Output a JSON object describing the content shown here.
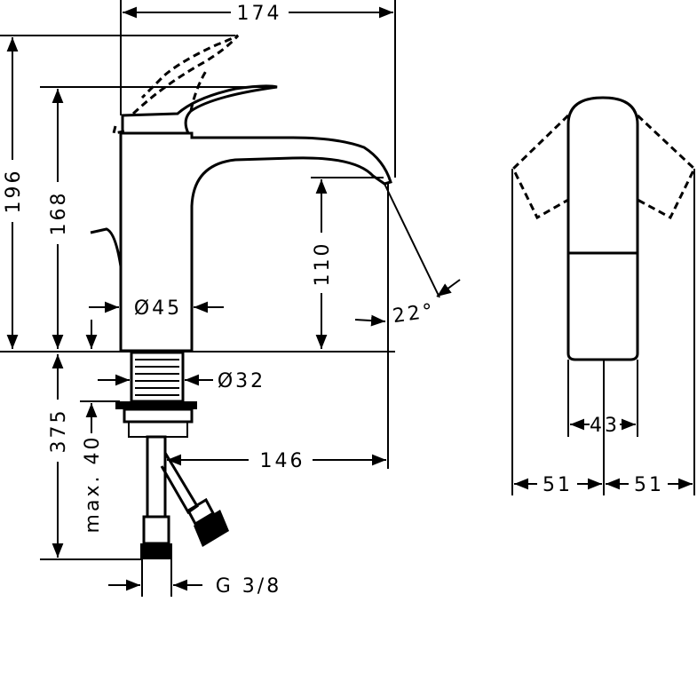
{
  "drawing": {
    "dimensions": {
      "width_total": "174",
      "height_lever_up": "196",
      "height_total": "168",
      "spout_height": "110",
      "body_diameter": "Ø45",
      "spout_angle": "22°",
      "shank_diameter": "Ø32",
      "shank_length": "375",
      "max_thickness": "max. 40",
      "spout_reach": "146",
      "connection": "G 3/8",
      "lever_width": "43",
      "swing_left": "51",
      "swing_right": "51"
    },
    "colors": {
      "line": "#000000",
      "background": "#ffffff"
    }
  }
}
